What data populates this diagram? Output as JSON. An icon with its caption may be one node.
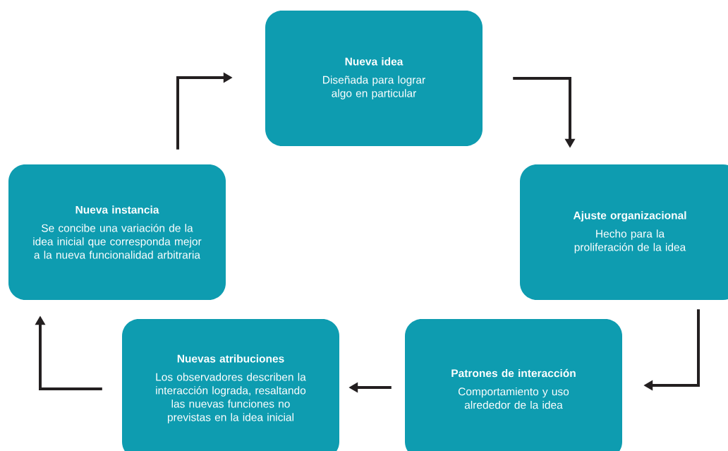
{
  "diagram": {
    "nodes": [
      {
        "text": [
          "Nueva idea",
          "Diseñada para lograr algo en particular"
        ]
      },
      {
        "text": [
          "Ajuste organizacional",
          "Hecho para la proliferación de la idea"
        ]
      },
      {
        "text": [
          "Patrones de interacción",
          "Comportamiento y uso alrededor de la idea"
        ]
      },
      {
        "text": [
          "Nuevas atribuciones",
          "Los observadores describen la interacción lograda, resaltando las nuevas funciones no previstas en la idea inicial"
        ]
      },
      {
        "text": [
          "Nueva instancia",
          "Se concibe una variación de la idea inicial que corresponda mejor a la nueva funcionalidad arbitraria"
        ]
      }
    ],
    "edges": [
      {
        "from": 0,
        "to": 1,
        "arrow": "to"
      },
      {
        "from": 1,
        "to": 2,
        "arrow": "to"
      },
      {
        "from": 2,
        "to": 3,
        "arrow": "to"
      },
      {
        "from": 3,
        "to": 4,
        "arrow": "to"
      },
      {
        "from": 4,
        "to": 0,
        "arrow": "to"
      }
    ]
  }
}
